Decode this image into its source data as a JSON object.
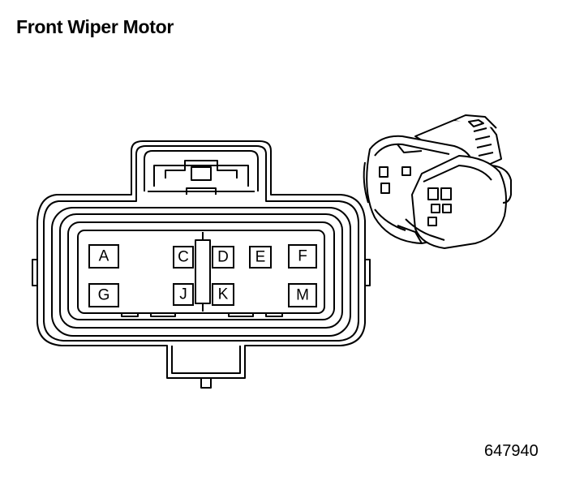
{
  "title": "Front Wiper Motor",
  "figure_id": "647940",
  "pins": [
    {
      "id": "pin-a",
      "label": "A"
    },
    {
      "id": "pin-c",
      "label": "C"
    },
    {
      "id": "pin-d",
      "label": "D"
    },
    {
      "id": "pin-e",
      "label": "E"
    },
    {
      "id": "pin-f",
      "label": "F"
    },
    {
      "id": "pin-g",
      "label": "G"
    },
    {
      "id": "pin-j",
      "label": "J"
    },
    {
      "id": "pin-k",
      "label": "K"
    },
    {
      "id": "pin-m",
      "label": "M"
    }
  ]
}
